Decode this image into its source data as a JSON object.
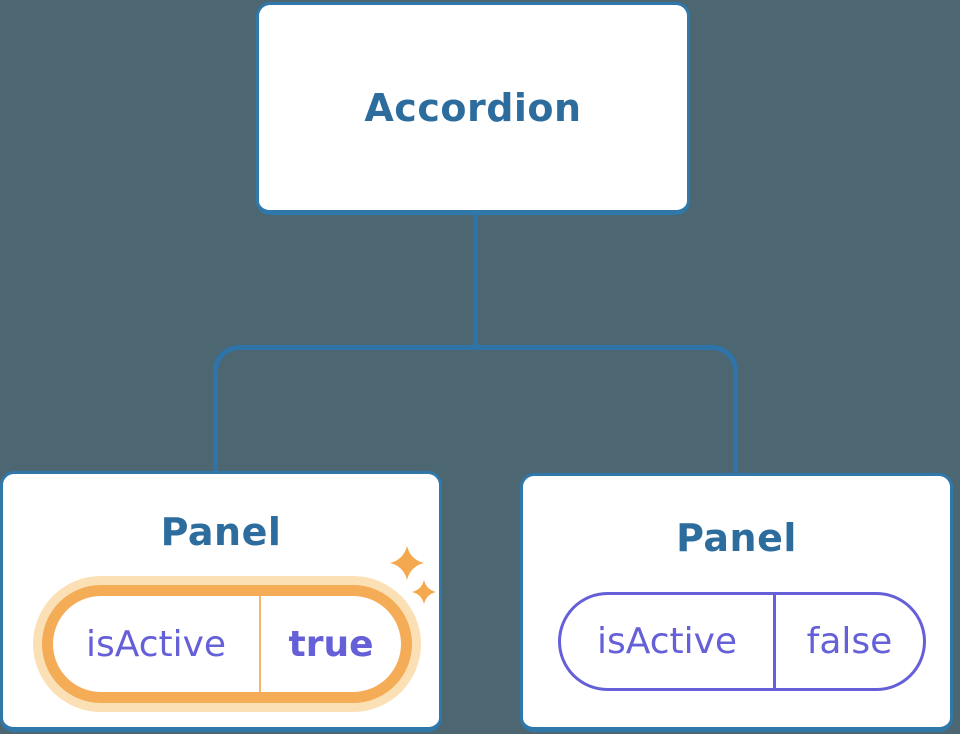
{
  "tree": {
    "root": {
      "label": "Accordion"
    },
    "children": [
      {
        "label": "Panel",
        "highlighted": true,
        "state": {
          "key": "isActive",
          "value": "true"
        }
      },
      {
        "label": "Panel",
        "highlighted": false,
        "state": {
          "key": "isActive",
          "value": "false"
        }
      }
    ]
  },
  "icons": {
    "sparkles": "four-point-star-twinkles"
  },
  "colors": {
    "background": "#4C6771",
    "connector_blue": "#2E74A8",
    "node_border_blue": "#3077AA",
    "title_blue": "#2C6D9E",
    "state_purple": "#6560D8",
    "highlight_orange": "#F5AC57",
    "highlight_glow": "#FBE0B5",
    "sparkle_orange": "#F4A94E"
  }
}
